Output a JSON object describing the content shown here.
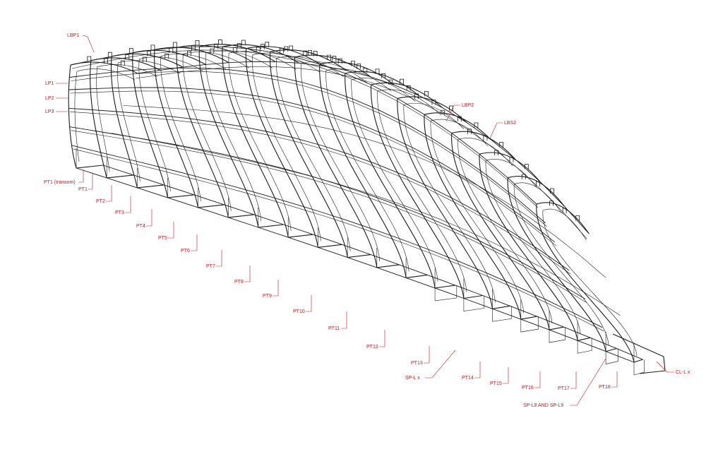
{
  "colors": {
    "line": "#1a1a1a",
    "label": "#c8161d",
    "background": "#ffffff"
  },
  "labels": {
    "LBP1": "LBP1",
    "LP1": "LP1",
    "LP2": "LP2",
    "LP3": "LP3",
    "PT1_transom": "PT1 (transom)",
    "PT1": "PT1",
    "PT2": "PT2",
    "PT3": "PT3",
    "PT4": "PT4",
    "PT5": "PT5",
    "PT6": "PT6",
    "PT7": "PT7",
    "PT8": "PT8",
    "PT9": "PT9",
    "PT10": "PT10",
    "PT11": "PT11",
    "PT12": "PT12",
    "PT13": "PT13",
    "PT14": "PT14",
    "PT15": "PT15",
    "PT16": "PT16",
    "PT17": "PT17",
    "PT18": "PT18",
    "LBP2": "LBP2",
    "LBS2": "LBS2",
    "SP_Lx": "SP-L x",
    "SP_L8_L9": "SP-L8 AND SP-L9",
    "CL_Lx": "CL-L x"
  }
}
